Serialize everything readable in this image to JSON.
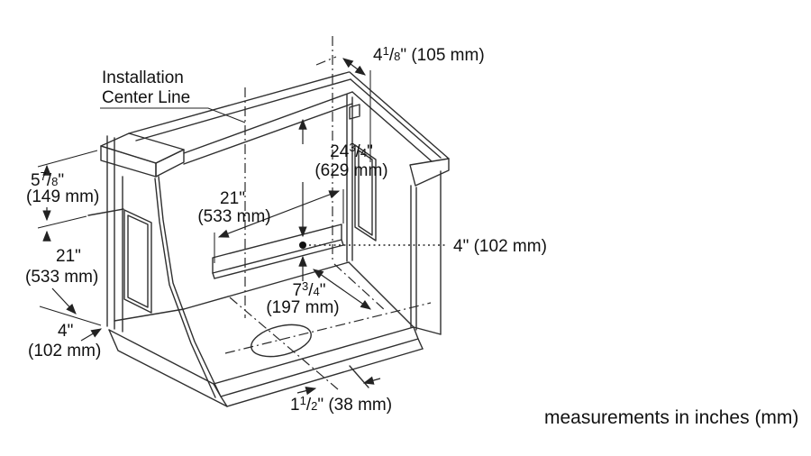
{
  "note": "measurements in inches (mm)",
  "center_line_label": {
    "line1": "Installation",
    "line2": "Center Line"
  },
  "dims": {
    "top_offset": {
      "whole": "4",
      "num": "1",
      "sep": "/",
      "den": "8",
      "unit": "\" (105 mm)"
    },
    "back_height": {
      "whole": "24",
      "num": "3",
      "sep": "/",
      "den": "4",
      "unit": "\"",
      "mm": "(629 mm)"
    },
    "slot_width": {
      "whole": "21",
      "num": "",
      "sep": "",
      "den": "",
      "unit": "\"",
      "mm": "(533 mm)"
    },
    "ledge_height": {
      "whole": "5",
      "num": "7",
      "sep": "/",
      "den": "8",
      "unit": "\"",
      "mm": "(149 mm)"
    },
    "wall_height": {
      "whole": "21",
      "num": "",
      "sep": "",
      "den": "",
      "unit": "\"",
      "mm": "(533 mm)"
    },
    "base_height": {
      "whole": "4",
      "num": "",
      "sep": "",
      "den": "",
      "unit": "\"",
      "mm": "(102 mm)"
    },
    "outlet_offset": {
      "whole": "4",
      "num": "",
      "sep": "",
      "den": "",
      "unit": "\" (102 mm)"
    },
    "floor_depth": {
      "whole": "7",
      "num": "3",
      "sep": "/",
      "den": "4",
      "unit": "\"",
      "mm": "(197 mm)"
    },
    "front_gap": {
      "whole": "1",
      "num": "1",
      "sep": "/",
      "den": "2",
      "unit": "\" (38 mm)"
    }
  },
  "colors": {
    "line": "#2f2f2f",
    "text": "#111111",
    "background": "#ffffff"
  }
}
